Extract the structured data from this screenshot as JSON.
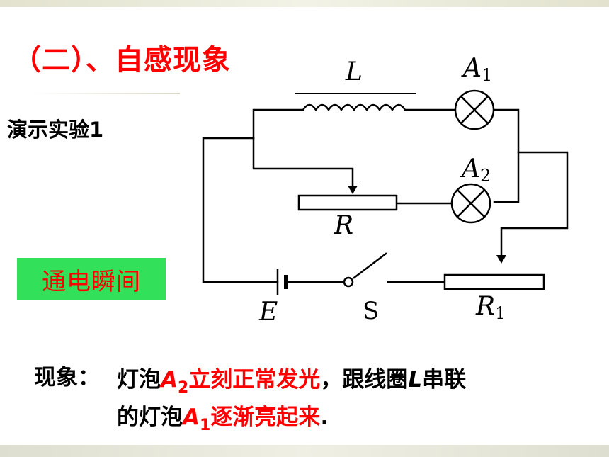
{
  "title": "（二）、自感现象",
  "subtitle": "演示实验1",
  "badge": "通电瞬间",
  "circuit": {
    "inductor": "L",
    "lamp1": {
      "base": "A",
      "index": "1"
    },
    "lamp2": {
      "base": "A",
      "index": "2"
    },
    "rheostat": "R",
    "rheostat1": {
      "base": "R",
      "index": "1"
    },
    "battery": "E",
    "switch": "S"
  },
  "observation": {
    "label": "现象：",
    "l1_a": "灯泡",
    "l1_b": "A",
    "l1_b_sub": "2",
    "l1_c": "立刻正常发光",
    "l1_d": "，跟线圈",
    "l1_e": "L",
    "l1_f": "串联",
    "l2_a": "的灯泡",
    "l2_b": "A",
    "l2_b_sub": "1",
    "l2_c": "逐渐亮起来",
    "l2_d": "."
  }
}
